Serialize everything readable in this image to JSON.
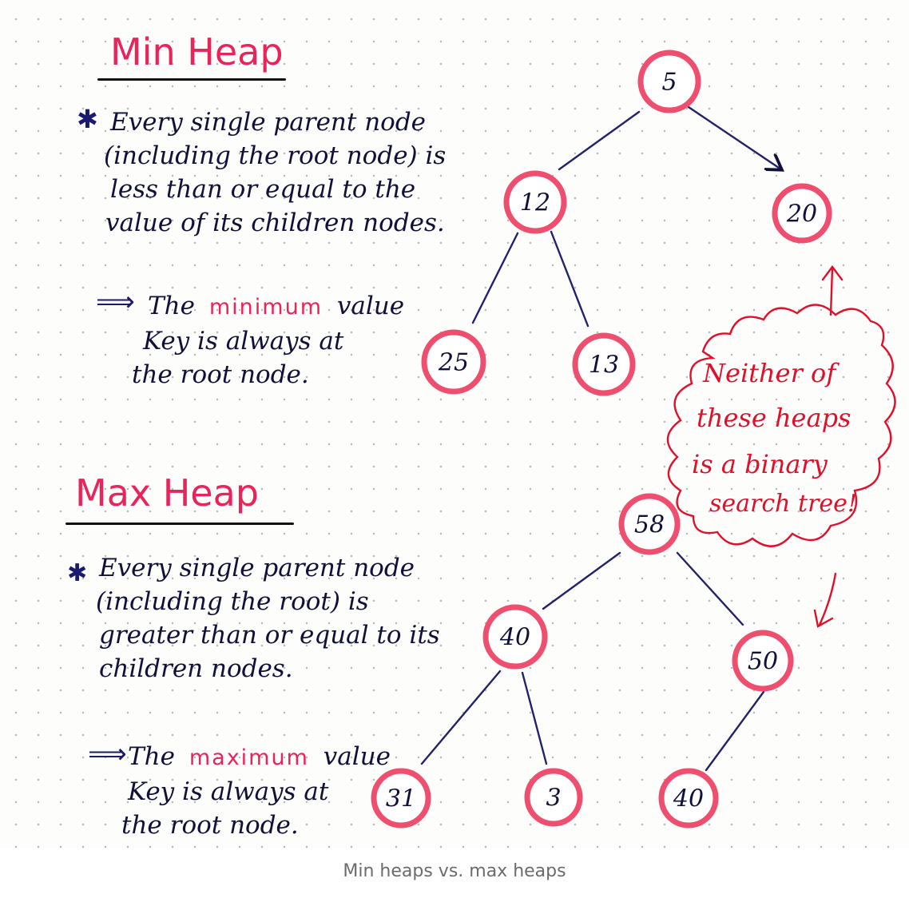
{
  "min_heap": {
    "title": "Min Heap",
    "bullet_lines": [
      "Every single parent node",
      "(including the root node) is",
      "less than or equal to the",
      "value of its children nodes."
    ],
    "arrow_prefix": "The",
    "highlight": "minimum",
    "arrow_suffix": "value",
    "conclusion_lines": [
      "Key is always at",
      "the root node."
    ],
    "nodes": [
      "5",
      "12",
      "20",
      "25",
      "13"
    ]
  },
  "max_heap": {
    "title": "Max Heap",
    "bullet_lines": [
      "Every single parent node",
      "(including the root) is",
      "greater than or equal to its",
      "children nodes."
    ],
    "arrow_prefix": "The",
    "highlight": "maximum",
    "arrow_suffix": "value",
    "conclusion_lines": [
      "Key is always at",
      "the root node."
    ],
    "nodes": [
      "58",
      "40",
      "50",
      "31",
      "3",
      "40"
    ]
  },
  "note": {
    "lines": [
      "Neither of",
      "these heaps",
      "is a binary",
      "search tree!"
    ]
  },
  "caption": "Min heaps vs. max heaps",
  "colors": {
    "ink": "#10103a",
    "accent": "#e8245a",
    "node_ring": "#ef4f6e",
    "note_red": "#e0102a"
  }
}
